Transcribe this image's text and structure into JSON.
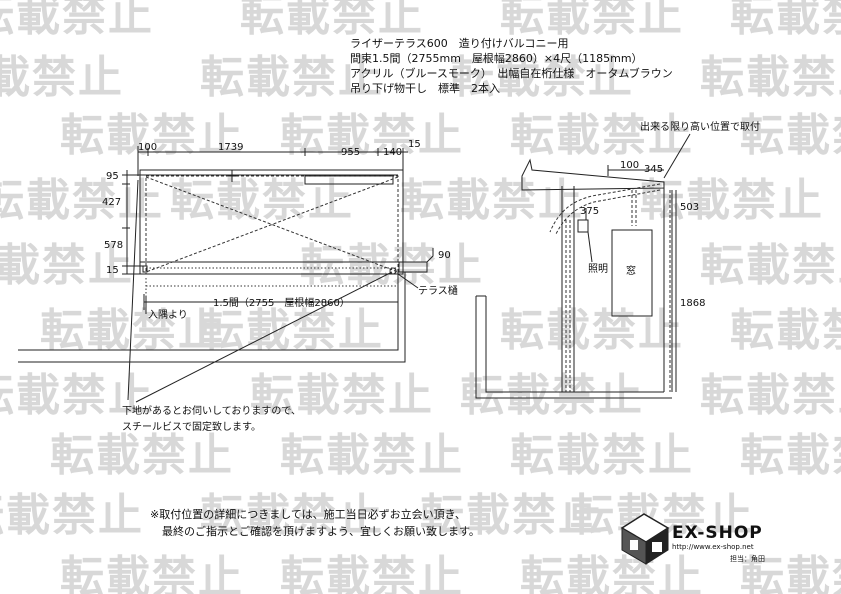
{
  "watermark": "転載禁止",
  "header": {
    "line1": "ライザーテラス600　造り付けバルコニー用",
    "line2": "間束1.5間（2755mm　屋根幅2860）×4尺（1185mm）",
    "line3": "アクリル（ブルースモーク）　出幅自在桁仕様　オータムブラウン",
    "line4": "吊り下げ物干し　標準　2本入"
  },
  "plan": {
    "top_dims": [
      "100",
      "1739",
      "955",
      "140",
      "15"
    ],
    "left_dims": [
      "95",
      "427",
      "578",
      "15"
    ],
    "right_dim": "90",
    "width_label": "1.5間（2755　屋根幅2860）",
    "corner_label": "入隅より",
    "gutter_label": "テラス樋"
  },
  "side": {
    "top_note": "出来る限り高い位置で取付",
    "dims": [
      "100",
      "345",
      "503",
      "375",
      "1868"
    ],
    "light_label": "照明",
    "window_label": "窓"
  },
  "notes": {
    "anchor_note_line1": "下地があるとお伺いしておりますので、",
    "anchor_note_line2": "スチールビスで固定致します。",
    "footer_line1": "※取付位置の詳細につきましては、施工当日必ずお立会い頂き、",
    "footer_line2": "最終のご指示とご確認を頂けますよう、宜しくお願い致します。"
  },
  "logo": {
    "name": "EX-SHOP",
    "url": "http://www.ex-shop.net",
    "staff": "担当：角田"
  }
}
